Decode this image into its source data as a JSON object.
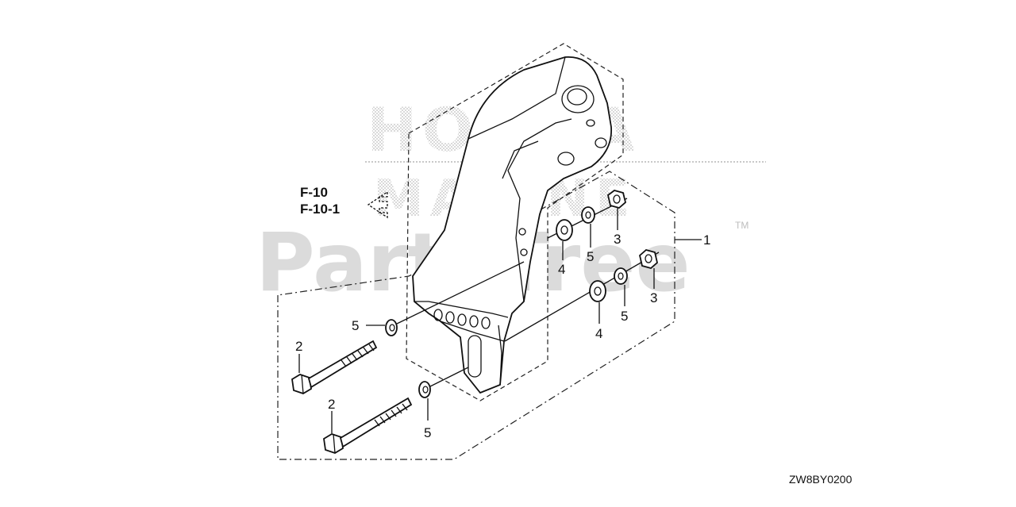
{
  "watermark": {
    "line1": "HONDA",
    "line2": "MARINE",
    "line3": "PartsTree",
    "trademark": "TM"
  },
  "references": {
    "ref1": "F-10",
    "ref2": "F-10-1"
  },
  "callouts": {
    "c1": "1",
    "c2a": "2",
    "c2b": "2",
    "c3a": "3",
    "c3b": "3",
    "c4a": "4",
    "c4b": "4",
    "c5a": "5",
    "c5b": "5",
    "c5c": "5",
    "c5d": "5"
  },
  "diagram_code": "ZW8BY0200"
}
